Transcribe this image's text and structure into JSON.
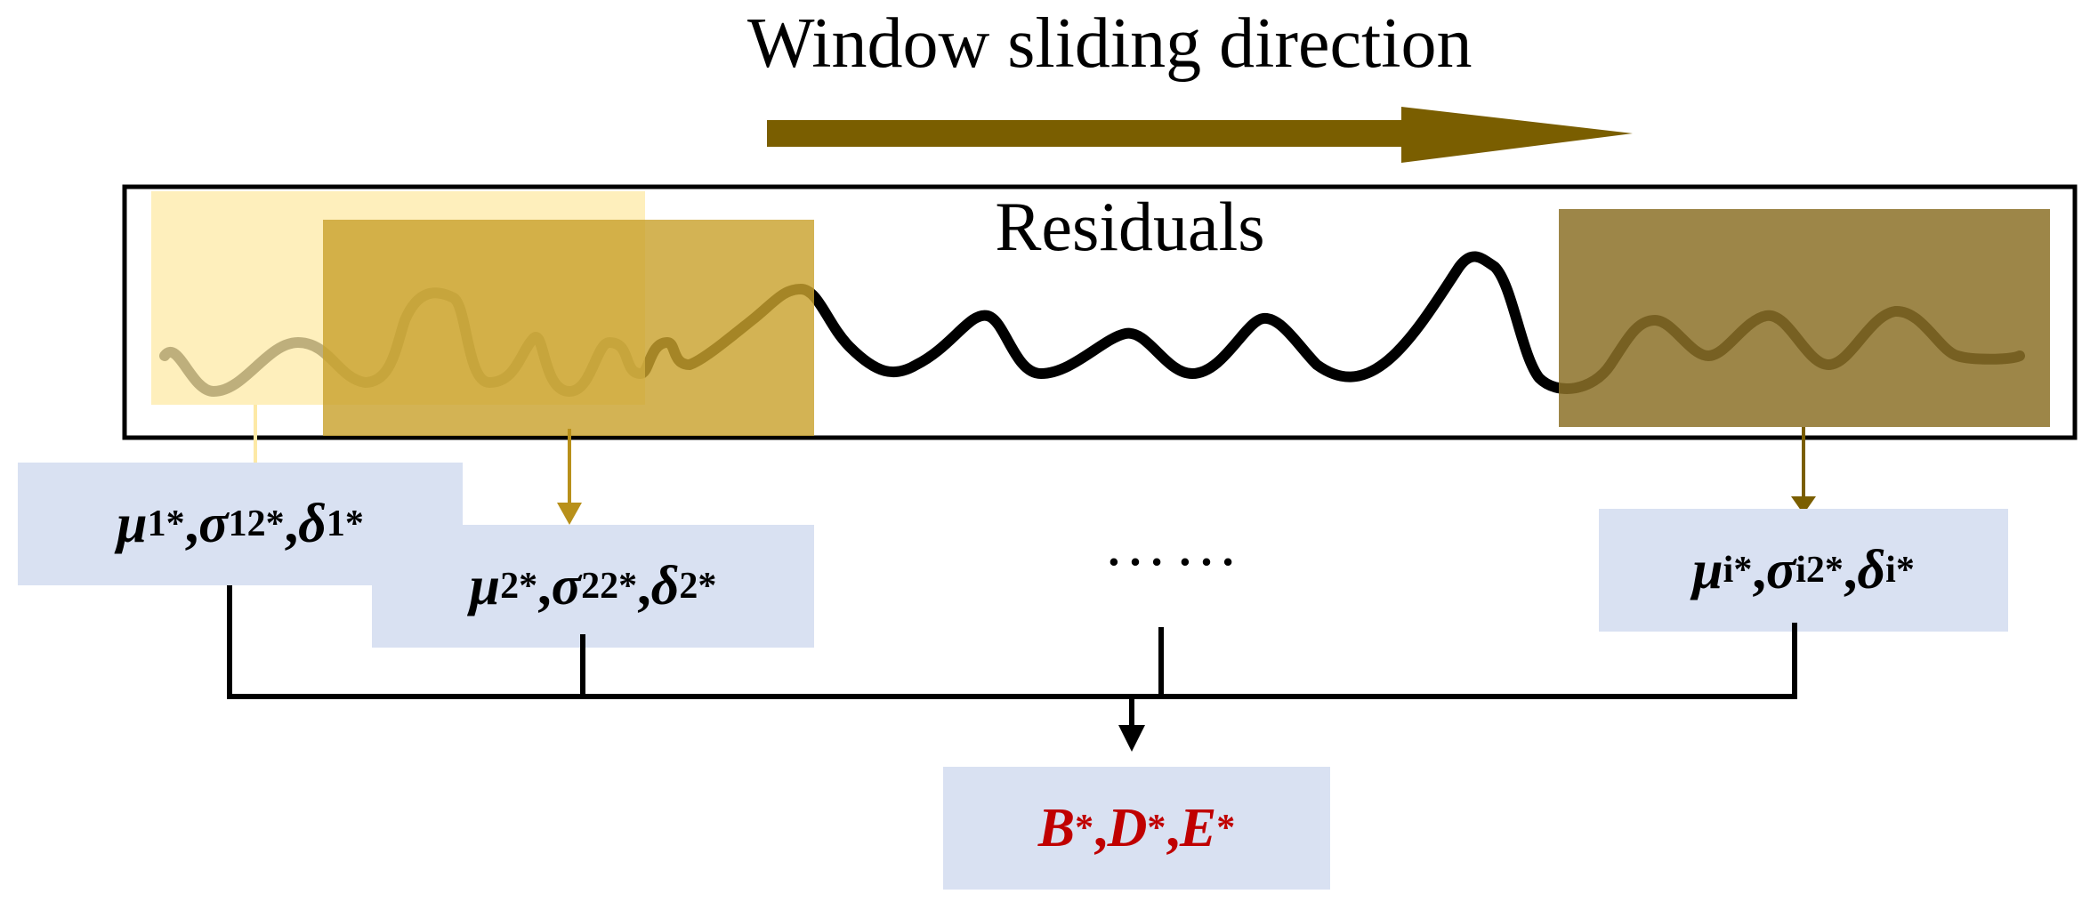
{
  "title": "Window sliding direction",
  "residuals_label": "Residuals",
  "ellipsis": "……",
  "windows": [
    {
      "mu": "μ",
      "mu_sub": "1",
      "sigma": "σ",
      "sigma_sub": "1",
      "sigma_sup": "2",
      "delta": "δ",
      "delta_sub": "1",
      "star": "*",
      "comma": ", "
    },
    {
      "mu": "μ",
      "mu_sub": "2",
      "sigma": "σ",
      "sigma_sub": "2",
      "sigma_sup": "2",
      "delta": "δ",
      "delta_sub": "2",
      "star": "*",
      "comma": ", "
    },
    {
      "mu": "μ",
      "mu_sub": "i",
      "sigma": "σ",
      "sigma_sub": "i",
      "sigma_sup": "2",
      "delta": "δ",
      "delta_sub": "i",
      "star": "*",
      "comma": ", "
    }
  ],
  "result": {
    "b": "B",
    "d": "D",
    "e": "E",
    "star": "*",
    "comma": ", "
  },
  "colors": {
    "arrow": "#7a5e00",
    "window1": "#fde9a6",
    "window2": "#c9a22e",
    "window3": "#8c7128",
    "box": "#d9e1f2",
    "result_text": "#c00000"
  }
}
